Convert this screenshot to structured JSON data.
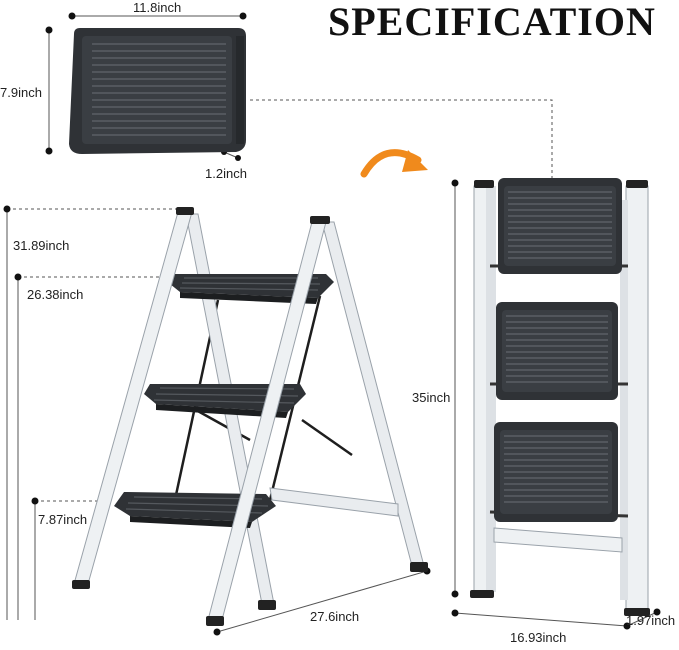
{
  "title": "SPECIFICATION",
  "dimensions": {
    "tread_width": "11.8inch",
    "tread_depth": "7.9inch",
    "tread_thickness": "1.2inch",
    "open_height": "31.89inch",
    "top_step_height": "26.38inch",
    "bottom_step_height": "7.87inch",
    "open_depth": "27.6inch",
    "folded_height": "35inch",
    "folded_width": "16.93inch",
    "folded_thickness": "1.97inch"
  },
  "colors": {
    "frame": "#e9ecef",
    "frame_edge": "#9aa2aa",
    "tread": "#2f3236",
    "tread_line": "#55595e",
    "arrow": "#f08a1c",
    "guide": "#555555"
  },
  "icons": {
    "fold_arrow": "curved-arrow-icon"
  }
}
